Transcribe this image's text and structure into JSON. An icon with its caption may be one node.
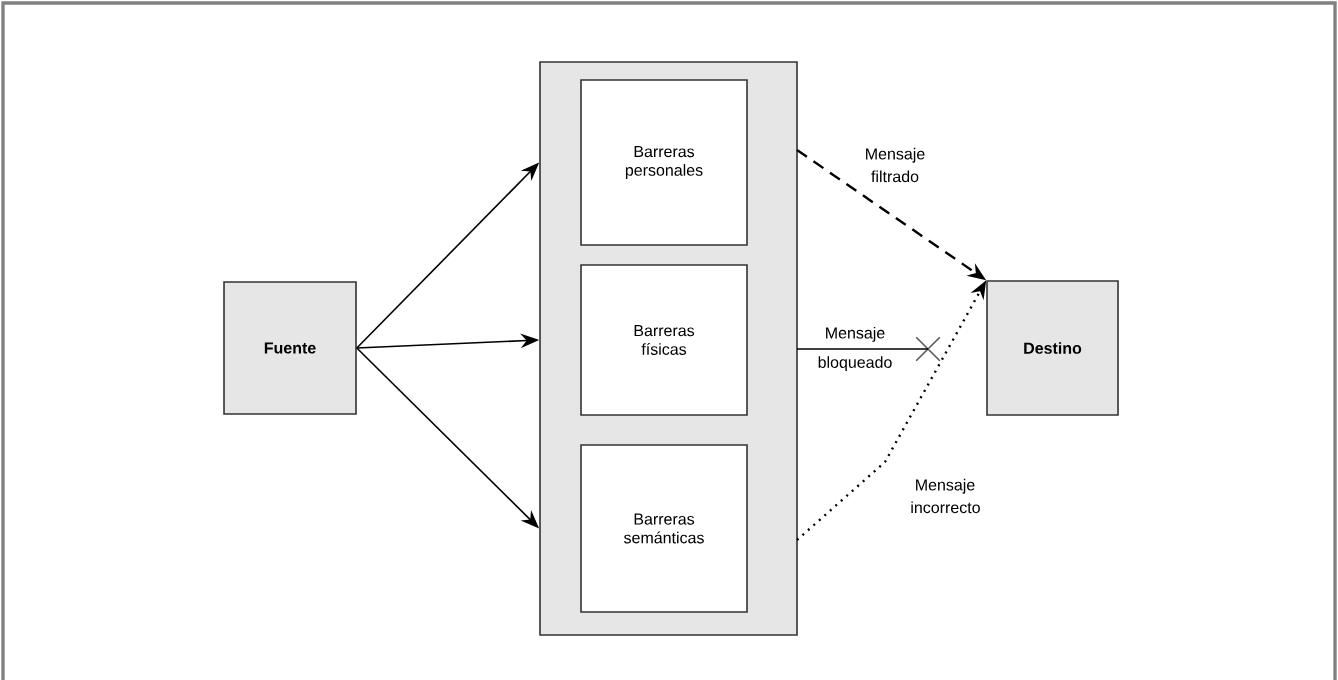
{
  "diagram": {
    "nodes": [
      {
        "text": [
          "Fuente"
        ]
      },
      {
        "text": [],
        "shape": "box"
      },
      {
        "text": [
          "Barreras personales"
        ],
        "in": 1
      },
      {
        "text": [
          "Barreras físicas"
        ],
        "in": 1
      },
      {
        "text": [
          "Barreras semánticas"
        ],
        "in": 1
      },
      {
        "text": [
          "Destino"
        ]
      },
      {
        "text": [],
        "shape": "cross"
      }
    ],
    "edges": [
      {
        "from": 0,
        "to": 2,
        "arrow": "to"
      },
      {
        "from": 0,
        "to": 3,
        "arrow": "to"
      },
      {
        "from": 0,
        "to": 4,
        "arrow": "to"
      },
      {
        "from": 2,
        "to": 5,
        "arrow": "to",
        "label": "Mensaje filtrado",
        "style": "dashed"
      },
      {
        "from": 3,
        "to": 6,
        "arrow": "none",
        "label": "Mensaje bloqueado"
      },
      {
        "from": 4,
        "to": 5,
        "arrow": "to",
        "label": "Mensaje incorrecto",
        "style": "dashed"
      }
    ]
  }
}
